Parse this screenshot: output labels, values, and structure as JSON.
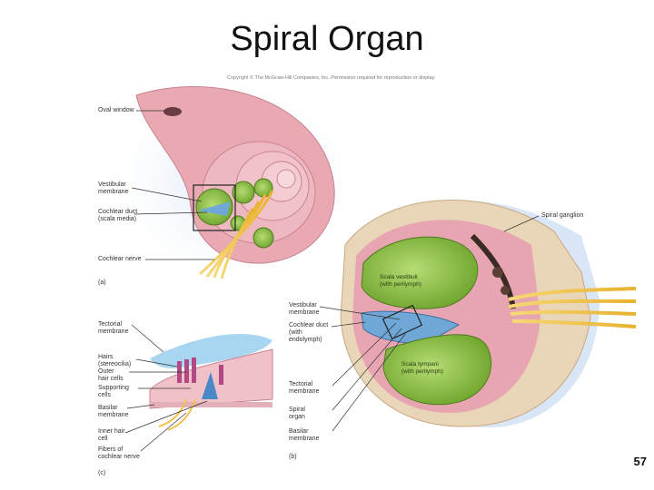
{
  "title": "Spiral Organ",
  "copyright": "Copyright © The McGraw-Hill Companies, Inc. Permission required for reproduction or display.",
  "panel_a": {
    "oval_window": "Oval window",
    "vestibular_membrane": "Vestibular\nmembrane",
    "cochlear_duct": "Cochlear duct\n(scala media)",
    "cochlear_nerve": "Cochlear nerve",
    "panel_label": "(a)"
  },
  "panel_b": {
    "spiral_ganglion": "Spiral ganglion",
    "scala_vestibuli": "Scala vestibuli\n(with perilymph)",
    "vestibular_membrane": "Vestibular\nmembrane",
    "cochlear_duct": "Cochlear duct\n(with\nendolymph)",
    "scala_tympani": "Scala tympani\n(with perilymph)",
    "tectorial_membrane": "Tectorial\nmembrane",
    "spiral_organ": "Spiral\norgan",
    "basilar_membrane": "Basilar\nmembrane",
    "panel_label": "(b)"
  },
  "panel_c": {
    "tectorial_membrane": "Tectorial\nmembrane",
    "hairs": "Hairs\n(stereocilia)",
    "outer_hair_cells": "Outer\nhair cells",
    "supporting_cells": "Supporting\ncells",
    "basilar_membrane": "Basilar\nmembrane",
    "inner_hair_cell": "Inner hair\ncell",
    "fibers": "Fibers of\ncochlear nerve",
    "panel_label": "(c)"
  },
  "page_number": "57",
  "colors": {
    "cochlea_pink": "#e8a9b3",
    "scala_green": "#8fc348",
    "duct_blue": "#6fa7d6",
    "nerve_yellow": "#f2c24a",
    "bone": "#e9d6b8",
    "background_blue": "#cfe0f3"
  }
}
